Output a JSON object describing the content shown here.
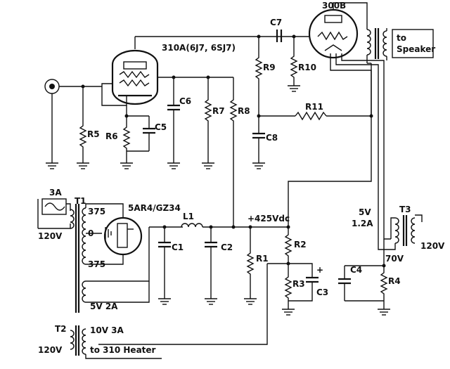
{
  "tubes": {
    "input_tube": "310A(6J7, 6SJ7)",
    "output_tube": "300B",
    "rectifier": "5AR4/GZ34"
  },
  "components": {
    "r1": "R1",
    "r2": "R2",
    "r3": "R3",
    "r4": "R4",
    "r5": "R5",
    "r6": "R6",
    "r7": "R7",
    "r8": "R8",
    "r9": "R9",
    "r10": "R10",
    "r11": "R11",
    "c1": "C1",
    "c2": "C2",
    "c3": "C3",
    "c4": "C4",
    "c5": "C5",
    "c6": "C6",
    "c7": "C7",
    "c8": "C8",
    "l1": "L1",
    "t1": "T1",
    "t2": "T2",
    "t3": "T3"
  },
  "labels": {
    "to_speaker_line1": "to",
    "to_speaker_line2": "Speaker",
    "fuse": "3A",
    "mains_t1": "120V",
    "mains_t3": "120V",
    "mains_t2": "120V",
    "tap_375_top": "375",
    "tap_0": "0",
    "tap_375_bottom": "375",
    "rect_heater": "5V  2A",
    "b_plus": "+425Vdc",
    "filament_v": "5V",
    "filament_a": "1.2A",
    "t3_70v": "70V",
    "t2_secondary_1": "10V  3A",
    "t2_secondary_2": "to 310 Heater",
    "c3_plus": "+"
  }
}
